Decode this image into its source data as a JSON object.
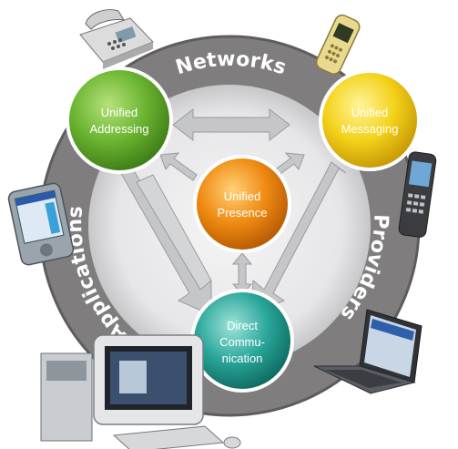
{
  "ring": {
    "top_label": "Networks",
    "right_label": "Providers",
    "left_label": "Applications"
  },
  "nodes": {
    "addressing": {
      "line1": "Unified",
      "line2": "Addressing",
      "color": "#6bb431"
    },
    "messaging": {
      "line1": "Unified",
      "line2": "Messaging",
      "color": "#f3d21a"
    },
    "presence": {
      "line1": "Unified",
      "line2": "Presence",
      "color": "#ef8a11"
    },
    "direct": {
      "line1": "Direct",
      "line2": "Commu-",
      "line3": "nication",
      "color": "#2aa69a"
    }
  },
  "devices": [
    "desk-phone-icon",
    "mobile-phone-icon",
    "pda-icon",
    "smartphone-icon",
    "desktop-computer-icon",
    "laptop-icon"
  ],
  "colors": {
    "ring": "#807d7e",
    "ring_inner": "#b9b9bb",
    "center": "#f2f2f2",
    "arrow": "#c5c6c8"
  }
}
